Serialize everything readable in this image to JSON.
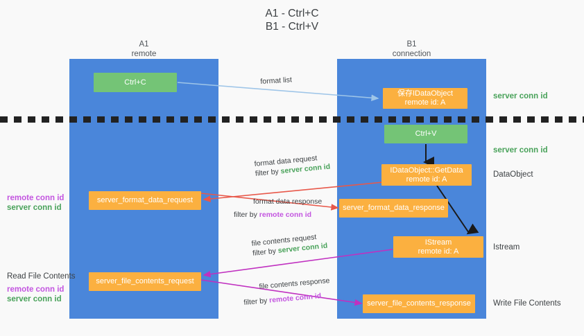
{
  "title": {
    "line1": "A1 - Ctrl+C",
    "line2": "B1 - Ctrl+V"
  },
  "lanes": [
    {
      "id": "a1",
      "name": "A1",
      "sub": "remote",
      "color": "#4a86da"
    },
    {
      "id": "b1",
      "name": "B1",
      "sub": "connection",
      "color": "#4a86da"
    }
  ],
  "nodes": {
    "ctrl_c": {
      "label": "Ctrl+C",
      "color": "#74c476"
    },
    "save_idataobject": {
      "line1": "保存IDataObject",
      "line2": "remote id: A",
      "color": "#fbb040"
    },
    "ctrl_v": {
      "label": "Ctrl+V",
      "color": "#74c476"
    },
    "getdata": {
      "line1": "IDataObject::GetData",
      "line2": "remote id: A",
      "color": "#fbb040"
    },
    "format_data_request": {
      "label": "server_format_data_request",
      "color": "#fbb040"
    },
    "format_data_response": {
      "label": "server_format_data_response",
      "color": "#fbb040"
    },
    "istream": {
      "line1": "IStream",
      "line2": "remote id: A",
      "color": "#fbb040"
    },
    "file_contents_request": {
      "label": "server_file_contents_request",
      "color": "#fbb040"
    },
    "file_contents_response": {
      "label": "server_file_contents_response",
      "color": "#fbb040"
    }
  },
  "annotations": {
    "right_server_conn_1": "server conn id",
    "right_server_conn_2": "server conn id",
    "right_dataobject": "DataObject",
    "right_istream": "Istream",
    "right_write_file": "Write File Contents",
    "left_remote_conn_1": "remote conn id",
    "left_server_conn_1": "server conn id",
    "left_read_file": "Read File Contents",
    "left_remote_conn_2": "remote conn id",
    "left_server_conn_2": "server conn id"
  },
  "arrow_labels": {
    "format_list": "format list",
    "format_data_request_l1": "format data request",
    "format_data_request_filter_pre": "filter by ",
    "format_data_request_filter_key": "server conn id",
    "format_data_response_l1": "format data response",
    "format_data_response_filter_pre": "filter by ",
    "format_data_response_filter_key": "remote conn id",
    "file_contents_request_l1": "file contents request",
    "file_contents_request_filter_pre": "filter by ",
    "file_contents_request_filter_key": "server conn id",
    "file_contents_response_l1": "file contents response",
    "file_contents_response_filter_pre": "filter by ",
    "file_contents_response_filter_key": "remote conn id"
  },
  "colors": {
    "lane": "#4a86da",
    "green_node": "#74c476",
    "orange_node": "#fbb040",
    "server_conn": "#49a25a",
    "remote_conn": "#c355e0",
    "arrow_lightblue": "#9ec5e8",
    "arrow_red": "#e8584a",
    "arrow_magenta": "#c030c0",
    "arrow_black": "#1a1a1a",
    "dash": "#222222",
    "background": "#f9f9f9"
  }
}
